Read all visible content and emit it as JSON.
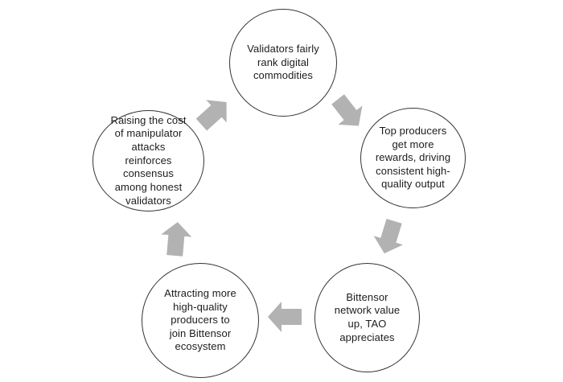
{
  "diagram": {
    "type": "cycle",
    "node_count": 5,
    "flow_direction": "clockwise",
    "colors": {
      "background": "#ffffff",
      "circle_stroke": "#343434",
      "text": "#1c1c1c",
      "arrow_fill": "#b2b2b2"
    },
    "nodes": [
      {
        "id": "validators-rank",
        "position": "top",
        "label": "Validators fairly\nrank digital\ncommodities"
      },
      {
        "id": "top-producers",
        "position": "right",
        "label": "Top producers\nget more\nrewards, driving\nconsistent high-\nquality output"
      },
      {
        "id": "network-value",
        "position": "bottom-right",
        "label": "Bittensor\nnetwork value\nup, TAO\nappreciates"
      },
      {
        "id": "attracting-producers",
        "position": "bottom-left",
        "label": "Attracting more\nhigh-quality\nproducers to\njoin Bittensor\necosystem"
      },
      {
        "id": "raising-cost",
        "position": "left",
        "label": "Raising the cost\nof manipulator\nattacks\nreinforces\nconsensus\namong honest\nvalidators"
      }
    ],
    "arrows": [
      {
        "from": "validators-rank",
        "to": "top-producers"
      },
      {
        "from": "top-producers",
        "to": "network-value"
      },
      {
        "from": "network-value",
        "to": "attracting-producers"
      },
      {
        "from": "attracting-producers",
        "to": "raising-cost"
      },
      {
        "from": "raising-cost",
        "to": "validators-rank"
      }
    ]
  }
}
